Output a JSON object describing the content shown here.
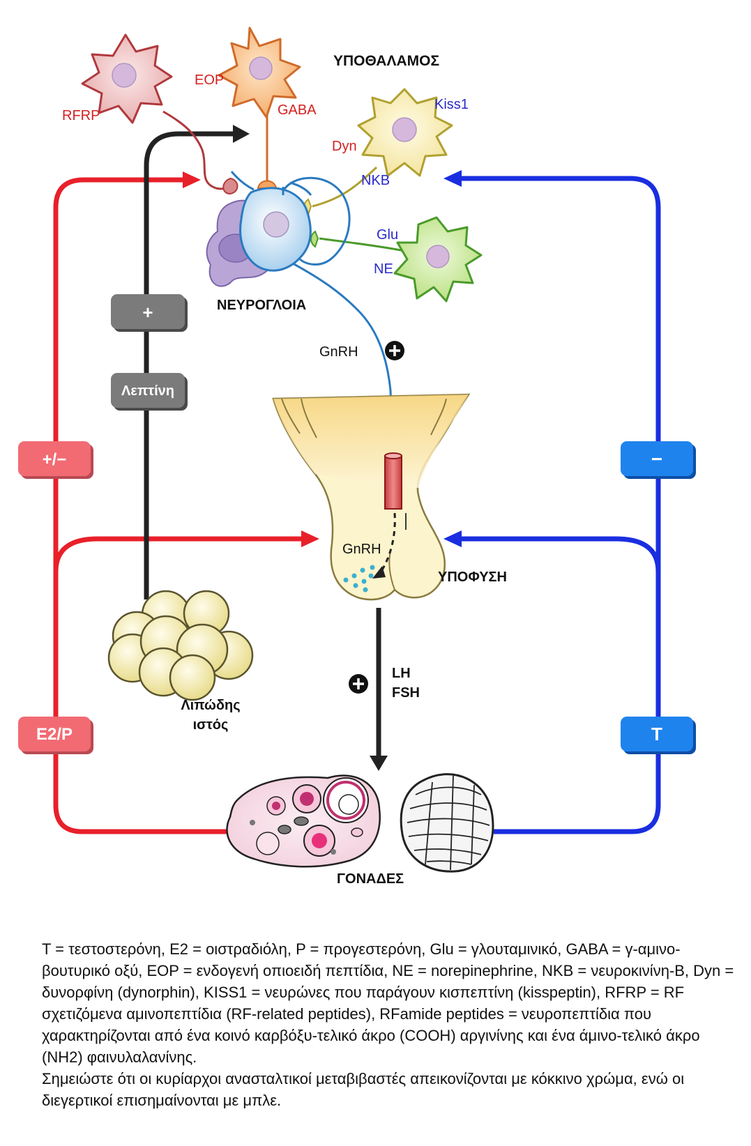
{
  "labels": {
    "hypothalamus": "ΥΠΟΘΑΛΑΜΟΣ",
    "neuroglia": "ΝΕΥΡΟΓΛΟΙΑ",
    "pituitary": "ΥΠΟΦΥΣΗ",
    "gonads": "ΓΟΝΑΔΕΣ",
    "adipose_line1": "Λιπώδης",
    "adipose_line2": "ιστός",
    "rfrp": "RFRP",
    "eop": "EOP",
    "gaba": "GABA",
    "dyn": "Dyn",
    "kiss1": "Kiss1",
    "nkb": "NKB",
    "glu": "Glu",
    "ne": "NE",
    "gnrh_axon": "GnRH",
    "gnrh_pituitary": "GnRH",
    "lh": "LH",
    "fsh": "FSH"
  },
  "boxes": {
    "plus": "+",
    "leptin": "Λεπτίνη",
    "plus_minus": "+/−",
    "e2p": "E2/P",
    "minus": "−",
    "t": "T"
  },
  "colors": {
    "inhibitory": "#e8202a",
    "excitatory": "#1a2ee0",
    "leptin_path": "#222222",
    "inhibitory_label": "#d42020",
    "excitatory_label": "#2a2ac8",
    "box_red": "#f26b73",
    "box_blue": "#1f83ee",
    "box_gray": "#7b7b7b"
  },
  "caption": {
    "definitions": "T = τεστοστερόνη, E2 = οιστραδιόλη, P = προγεστερόνη, Glu = γλουταμινικό, GABA = γ-αμινο-βουτυρικό οξύ, EOP = ενδογενή οπιοειδή πεπτίδια, NE = norepinephrine, NKB = νευροκινίνη-Β, Dyn = δυνορφίνη (dynorphin), KISS1 = νευρώνες που παράγουν κισπεπτίνη (kisspeptin), RFRP = RF σχετιζόμενα αμινοπεπτίδια (RF-related peptides), RFamide peptides = νευροπεπτίδια που χαρακτηρίζονται από ένα κοινό καρβόξυ-τελικό άκρο (COOH) αργινίνης και ένα άμινο-τελικό άκρο (NH2) φαινυλαλανίνης.",
    "note": "Σημειώστε ότι οι κυρίαρχοι ανασταλτικοί μεταβιβαστές απεικονίζονται με κόκκινο χρώμα, ενώ οι διεγερτικοί επισημαίνονται με μπλε."
  }
}
